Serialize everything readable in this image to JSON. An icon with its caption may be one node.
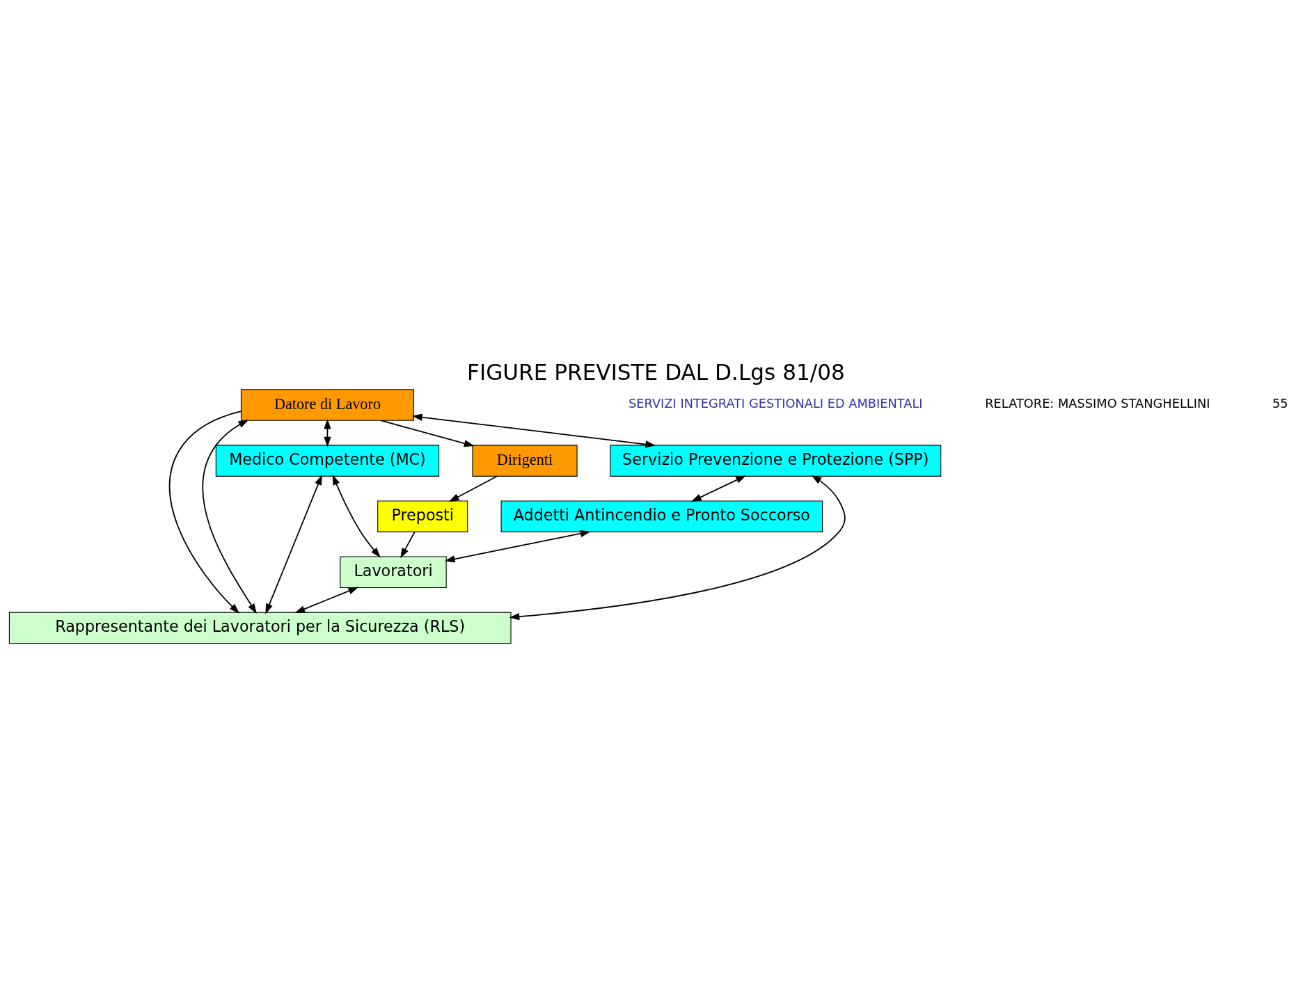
{
  "diagram": {
    "title": "FIGURE PREVISTE DAL D.Lgs 81/08",
    "nodes": [
      {
        "text": [
          "Datore di Lavoro"
        ]
      },
      {
        "text": [
          "Dirigenti"
        ]
      },
      {
        "text": [
          "Servizio Prevenzione e Protezione (SPP)"
        ]
      },
      {
        "text": [
          "Medico Competente (MC)"
        ]
      },
      {
        "text": [
          "Preposti"
        ]
      },
      {
        "text": [
          "Addetti Antincendio e Pronto Soccorso"
        ]
      },
      {
        "text": [
          "Lavoratori"
        ]
      },
      {
        "text": [
          "Rappresentante dei Lavoratori per la Sicurezza (RLS)"
        ]
      }
    ],
    "edges": [
      {
        "from": 0,
        "to": 1,
        "arrow": "to"
      },
      {
        "from": 0,
        "to": 2,
        "arrow": "both"
      },
      {
        "from": 0,
        "to": 3,
        "arrow": "both"
      },
      {
        "from": 1,
        "to": 4,
        "arrow": "to"
      },
      {
        "from": 2,
        "to": 5,
        "arrow": "both"
      },
      {
        "from": 4,
        "to": 6,
        "arrow": "to"
      },
      {
        "from": 5,
        "to": 6,
        "arrow": "both"
      },
      {
        "from": 3,
        "to": 6,
        "arrow": "both"
      },
      {
        "from": 3,
        "to": 7,
        "arrow": "both"
      },
      {
        "from": 6,
        "to": 7,
        "arrow": "both"
      },
      {
        "from": 0,
        "to": 7,
        "arrow": "to"
      },
      {
        "from": 7,
        "to": 0,
        "arrow": "both"
      },
      {
        "from": 7,
        "to": 2,
        "arrow": "both"
      }
    ],
    "labels": [
      "SERVIZI INTEGRATI GESTIONALI ED AMBIENTALI",
      "RELATORE: MASSIMO STANGHELLINI",
      "55"
    ]
  }
}
